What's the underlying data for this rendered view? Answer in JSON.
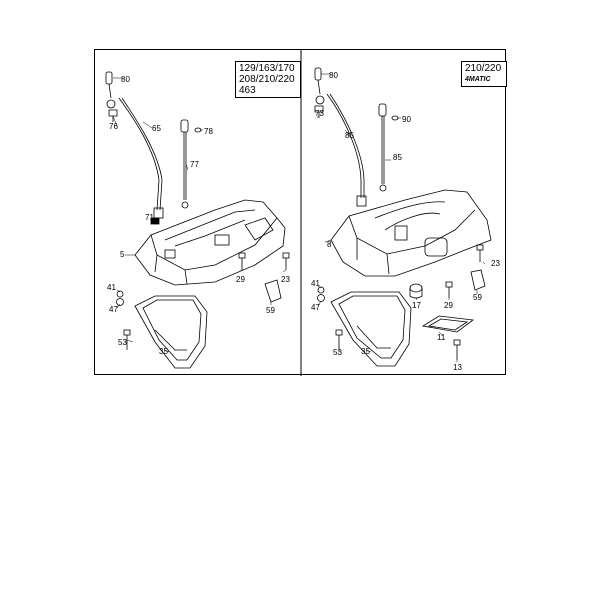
{
  "left_panel": {
    "model_lines": [
      "129/163/170",
      "208/210/220",
      "463"
    ],
    "part_labels": {
      "p80": "80",
      "p76": "76",
      "p65": "65",
      "p78": "78",
      "p77": "77",
      "p71": "71",
      "p5": "5",
      "p41": "41",
      "p47": "47",
      "p53": "53",
      "p35": "35",
      "p29": "29",
      "p23": "23",
      "p59": "59"
    }
  },
  "right_panel": {
    "model_lines": [
      "210/220"
    ],
    "logo_text": "4MATIC",
    "part_labels": {
      "p80": "80",
      "p73": "73",
      "p85a": "85",
      "p90": "90",
      "p85b": "85",
      "p8": "8",
      "p23": "23",
      "p41": "41",
      "p47": "47",
      "p53": "53",
      "p35": "35",
      "p17": "17",
      "p29": "29",
      "p59": "59",
      "p11": "11",
      "p13": "13"
    }
  },
  "colors": {
    "line": "#000000",
    "background": "#ffffff"
  }
}
